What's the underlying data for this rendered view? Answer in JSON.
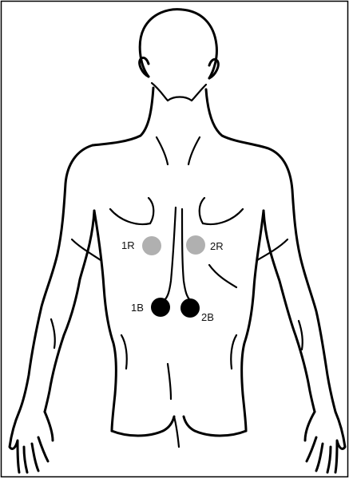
{
  "markers": [
    {
      "id": "1R",
      "label": "1R",
      "color": "#b0b0b0"
    },
    {
      "id": "2R",
      "label": "2R",
      "color": "#b0b0b0"
    },
    {
      "id": "1B",
      "label": "1B",
      "color": "#000000"
    },
    {
      "id": "2B",
      "label": "2B",
      "color": "#000000"
    }
  ],
  "colors": {
    "frame": "#000000",
    "outline": "#000000",
    "background": "#ffffff"
  }
}
